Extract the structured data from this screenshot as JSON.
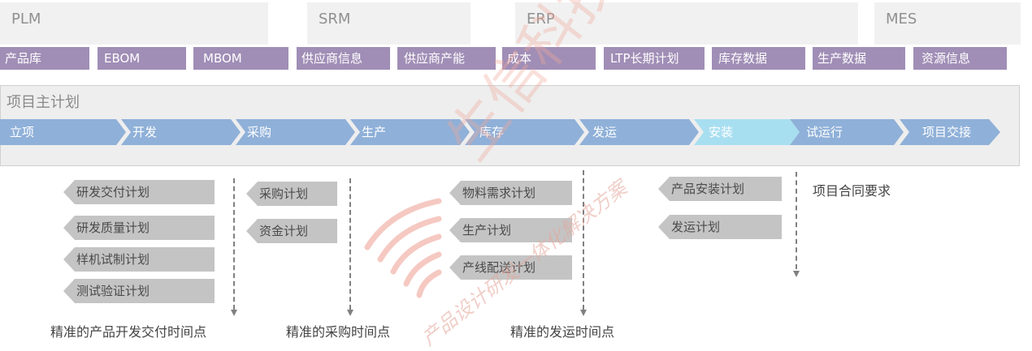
{
  "systems": [
    "PLM",
    "SRM",
    "ERP",
    "MES"
  ],
  "modules": [
    "产品库",
    "EBOM",
    "MBOM",
    "供应商信息",
    "供应商产能",
    "成本",
    "LTP长期计划",
    "库存数据",
    "生产数据",
    "资源信息"
  ],
  "plan": {
    "title": "项目主计划",
    "stages": [
      "立项",
      "开发",
      "采购",
      "生产",
      "库存",
      "发运",
      "安装",
      "试运行",
      "项目交接"
    ]
  },
  "tasks": {
    "dev": [
      "研发交付计划",
      "研发质量计划",
      "样机试制计划",
      "测试验证计划"
    ],
    "purchase": [
      "采购计划",
      "资金计划"
    ],
    "production": [
      "物料需求计划",
      "生产计划",
      "产线配送计划"
    ],
    "install": [
      "产品安装计划",
      "发运计划"
    ]
  },
  "milestones": [
    "精准的产品开发交付时间点",
    "精准的采购时间点",
    "精准的发运时间点"
  ],
  "note": "项目合同要求",
  "watermark": {
    "brand": "生信科技",
    "slogan": "产品设计研发一体化解决方案"
  },
  "colors": {
    "module": "#a08eb6",
    "stage": "#8fb0d8",
    "stage_active": "#a8dff0",
    "task": "#c4c4c4"
  }
}
